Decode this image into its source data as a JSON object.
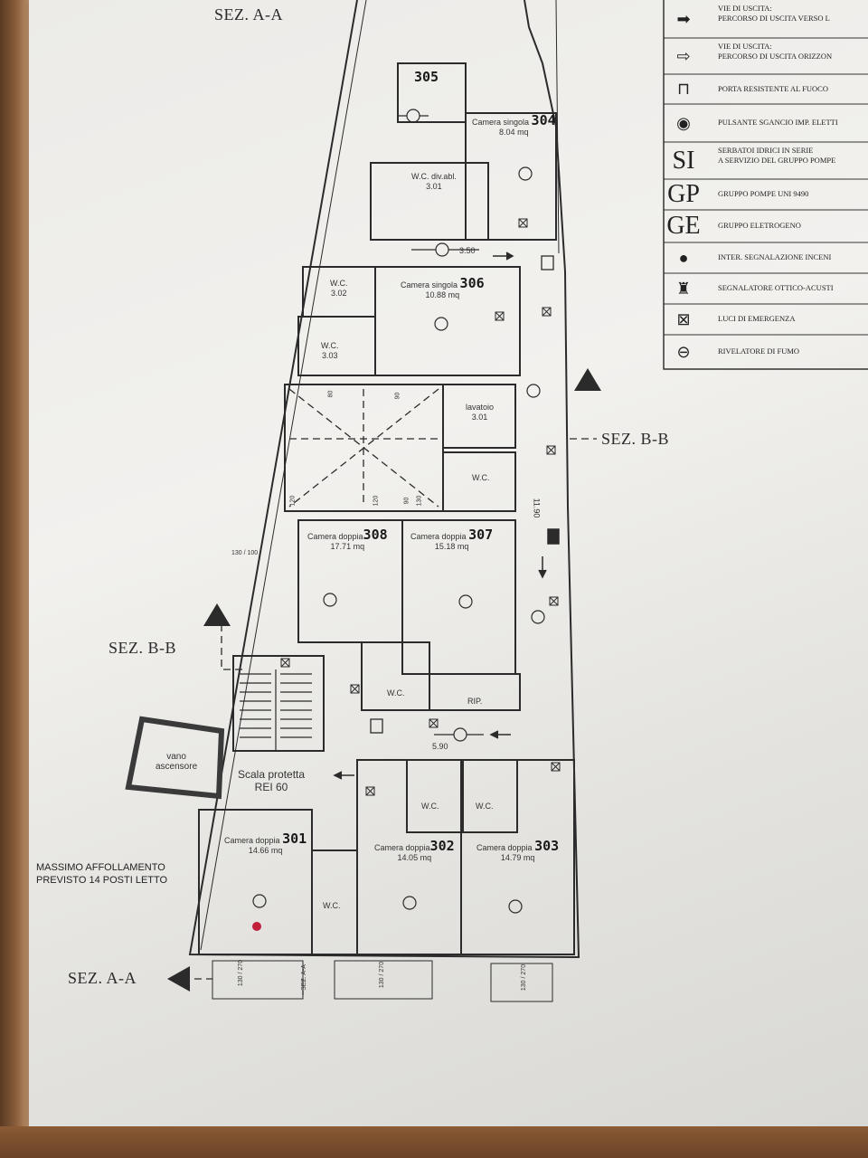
{
  "sections": {
    "top_left": "SEZ. A-A",
    "right": "SEZ. B-B",
    "left": "SEZ. B-B",
    "bottom": "SEZ. A-A",
    "vertical": "SEZ. A-A"
  },
  "rooms": {
    "r305": {
      "number": "305"
    },
    "r304": {
      "name": "Camera singola",
      "number": "304",
      "area": "8.04 mq"
    },
    "wc_div": {
      "name": "W.C. div.abl.",
      "code": "3.01"
    },
    "wc302": {
      "name": "W.C.",
      "code": "3.02"
    },
    "wc303": {
      "name": "W.C.",
      "code": "3.03"
    },
    "r306": {
      "name": "Camera singola",
      "number": "306",
      "area": "10.88 mq"
    },
    "lavatoio": {
      "name": "lavatoio",
      "code": "3.01"
    },
    "wc_mid": {
      "name": "W.C."
    },
    "r308": {
      "name": "Camera doppia",
      "number": "308",
      "area": "17.71 mq"
    },
    "r307": {
      "name": "Camera doppia",
      "number": "307",
      "area": "15.18 mq"
    },
    "wc_307": {
      "name": "W.C."
    },
    "rip": {
      "name": "RIP."
    },
    "vano": {
      "line1": "vano",
      "line2": "ascensore"
    },
    "scala": {
      "line1": "Scala protetta",
      "line2": "REI 60"
    },
    "r301": {
      "name": "Camera doppia",
      "number": "301",
      "area": "14.66 mq"
    },
    "wc_301": {
      "name": "W.C."
    },
    "r302": {
      "name": "Camera doppia",
      "number": "302",
      "area": "14.05 mq"
    },
    "wc_302b": {
      "name": "W.C."
    },
    "r303": {
      "name": "Camera doppia",
      "number": "303",
      "area": "14.79 mq"
    },
    "wc_303b": {
      "name": "W.C."
    }
  },
  "dimensions": {
    "d350": "3.50",
    "d590": "5.90",
    "d1190": "11.90",
    "d130_100": "130 / 100",
    "win1": "130 / 270",
    "win2": "130 / 270",
    "win3": "130 / 270",
    "d90_top": "90",
    "d120_top": "120",
    "d80": "80",
    "d120": "120",
    "d90": "90",
    "d130": "130"
  },
  "note": {
    "line1": "MASSIMO AFFOLLAMENTO",
    "line2": "PREVISTO 14 POSTI LETTO"
  },
  "legend": [
    {
      "icon": "arrow-solid-icon",
      "text1": "VIE DI USCITA:",
      "text2": "PERCORSO DI USCITA VERSO L"
    },
    {
      "icon": "arrow-hatched-icon",
      "text1": "VIE DI USCITA:",
      "text2": "PERCORSO DI USCITA ORIZZON"
    },
    {
      "icon": "fire-door-icon",
      "text1": "PORTA RESISTENTE AL FUOCO",
      "text2": ""
    },
    {
      "icon": "release-button-icon",
      "text1": "PULSANTE SGANCIO IMP. ELETTI",
      "text2": ""
    },
    {
      "icon": "SI",
      "text1": "SERBATOI IDRICI IN SERIE",
      "text2": "A SERVIZIO DEL GRUPPO POMPE"
    },
    {
      "icon": "GP",
      "text1": "GRUPPO POMPE UNI 9490",
      "text2": ""
    },
    {
      "icon": "GE",
      "text1": "GRUPPO ELETROGENO",
      "text2": ""
    },
    {
      "icon": "fire-alarm-icon",
      "text1": "INTER. SEGNALAZIONE INCENI",
      "text2": ""
    },
    {
      "icon": "optical-acoustic-icon",
      "text1": "SEGNALATORE OTTICO-ACUSTI",
      "text2": ""
    },
    {
      "icon": "emergency-light-icon",
      "text1": "LUCI DI EMERGENZA",
      "text2": ""
    },
    {
      "icon": "smoke-detector-icon",
      "text1": "RIVELATORE DI FUMO",
      "text2": ""
    }
  ],
  "colors": {
    "ink": "#2b2b2b",
    "paper": "#eeede9",
    "wood": "#7a4f2e",
    "marker": "#c0203a"
  }
}
